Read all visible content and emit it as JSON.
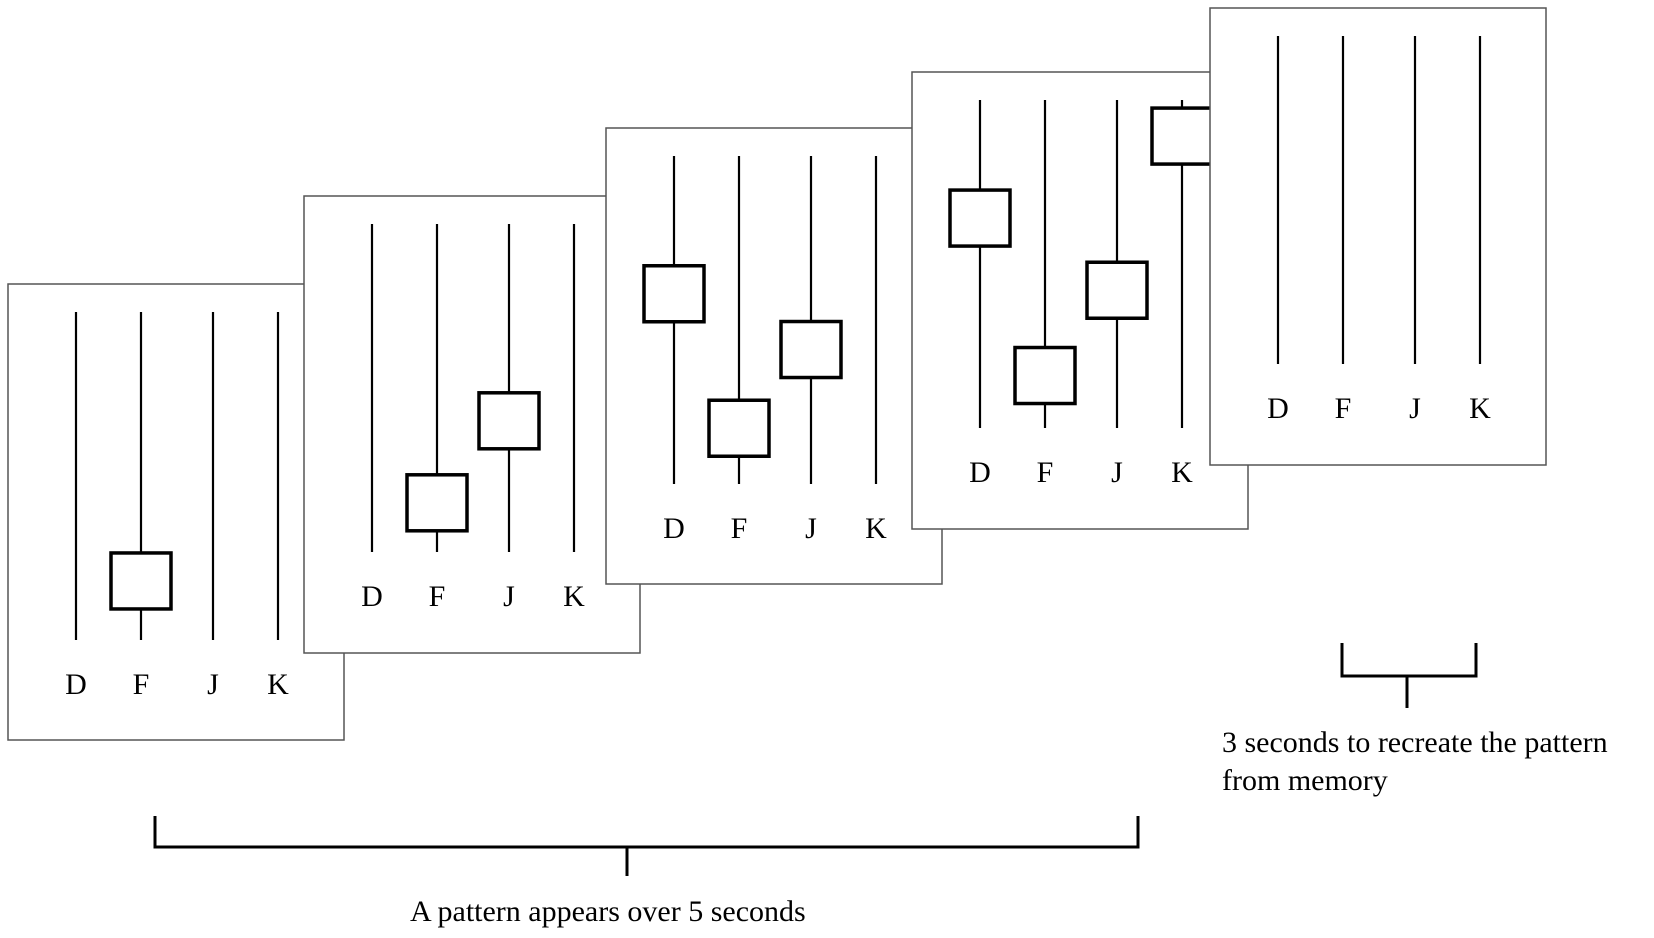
{
  "keys": [
    "D",
    "F",
    "J",
    "K"
  ],
  "frames": [
    {
      "id": "frame-1",
      "notes": [
        {
          "lane": 1,
          "level": 0.82
        }
      ]
    },
    {
      "id": "frame-2",
      "notes": [
        {
          "lane": 1,
          "level": 0.85
        },
        {
          "lane": 2,
          "level": 0.6
        }
      ]
    },
    {
      "id": "frame-3",
      "notes": [
        {
          "lane": 0,
          "level": 0.42
        },
        {
          "lane": 1,
          "level": 0.83
        },
        {
          "lane": 2,
          "level": 0.59
        }
      ]
    },
    {
      "id": "frame-4",
      "notes": [
        {
          "lane": 0,
          "level": 0.36
        },
        {
          "lane": 1,
          "level": 0.84
        },
        {
          "lane": 2,
          "level": 0.58
        },
        {
          "lane": 3,
          "level": 0.11
        }
      ]
    },
    {
      "id": "frame-5",
      "notes": []
    }
  ],
  "captions": {
    "pattern": "A pattern appears over 5 seconds",
    "recreate_line1": "3 seconds to recreate the pattern",
    "recreate_line2": "from memory"
  }
}
